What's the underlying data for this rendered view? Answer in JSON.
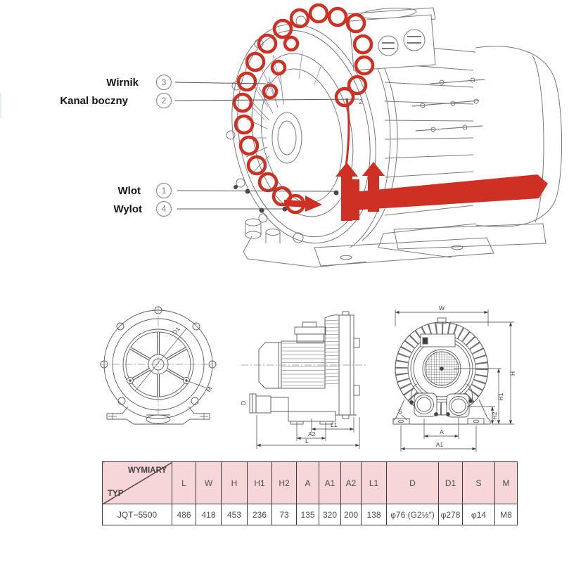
{
  "callouts": {
    "items": [
      {
        "label": "Wirnik",
        "num": "3"
      },
      {
        "label": "Kanal boczny",
        "num": "2"
      },
      {
        "label": "Wlot",
        "num": "1"
      },
      {
        "label": "Wylot",
        "num": "4"
      }
    ]
  },
  "drawings": {
    "front": {
      "d1": "D1",
      "m": "M"
    },
    "side": {
      "d": "D",
      "l1": "L1",
      "a2": "A2",
      "l": "L"
    },
    "rear": {
      "w": "W",
      "h": "H",
      "h1": "H1",
      "h2": "H2",
      "s": "S",
      "a": "A",
      "a1": "A1"
    }
  },
  "table": {
    "corner": {
      "top": "WYMIARY",
      "bottom": "TYP"
    },
    "columns": [
      "L",
      "W",
      "H",
      "H1",
      "H2",
      "A",
      "A1",
      "A2",
      "L1",
      "D",
      "D1",
      "S",
      "M"
    ],
    "rows": [
      {
        "typ": "JQT−5500",
        "values": [
          "486",
          "418",
          "453",
          "236",
          "73",
          "135",
          "320",
          "200",
          "138",
          "φ76 (G2½″)",
          "φ278",
          "φ14",
          "M8"
        ]
      }
    ]
  },
  "colors": {
    "accent_red": "#ce3124",
    "table_header_pink": "#f6d6d8",
    "diagonal_line": "#6e4a4e",
    "line_art": "#787878",
    "violet_hatch": "#9a84d6"
  }
}
